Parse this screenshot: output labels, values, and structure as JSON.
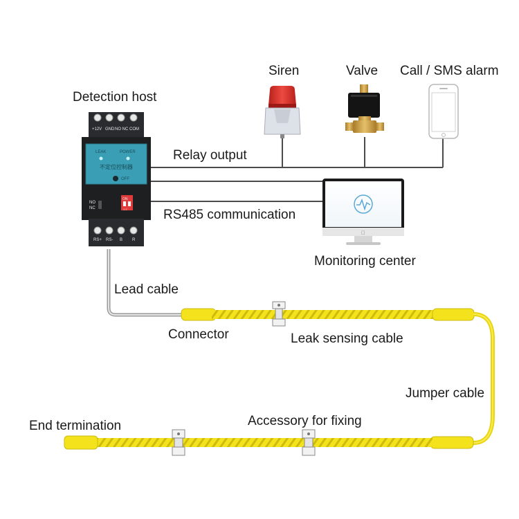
{
  "labels": {
    "detection_host": "Detection host",
    "siren": "Siren",
    "valve": "Valve",
    "call_sms_alarm": "Call / SMS alarm",
    "relay_output": "Relay output",
    "rs485_communication": "RS485 communication",
    "monitoring_center": "Monitoring center",
    "lead_cable": "Lead cable",
    "connector": "Connector",
    "leak_sensing_cable": "Leak sensing cable",
    "jumper_cable": "Jumper cable",
    "end_termination": "End termination",
    "accessory_for_fixing": "Accessory for fixing"
  },
  "device": {
    "top_terminals": [
      "+12V",
      "GND",
      "NO NC",
      "COM"
    ],
    "indicator_leak": "LEAK",
    "indicator_power": "POWER",
    "panel_text": "不定位控制器",
    "off_label": "OFF",
    "switch_labels": [
      "NO",
      "NC"
    ],
    "dip_on": "ON",
    "dip_numbers": "1 2",
    "bottom_terminals": [
      "RS+",
      "RS-",
      "B",
      "R"
    ]
  },
  "colors": {
    "cable": "#f3e21c",
    "cable_stripe": "#c9b90d",
    "device_body": "#1e1f21",
    "panel": "#3a9fb5",
    "siren_red": "#d8302a",
    "valve_brass": "#c99a3c",
    "wire": "#4a4a4a"
  },
  "icons": [
    "siren-icon",
    "valve-icon",
    "phone-icon",
    "monitor-icon",
    "pulse-icon",
    "apple-logo-icon"
  ]
}
